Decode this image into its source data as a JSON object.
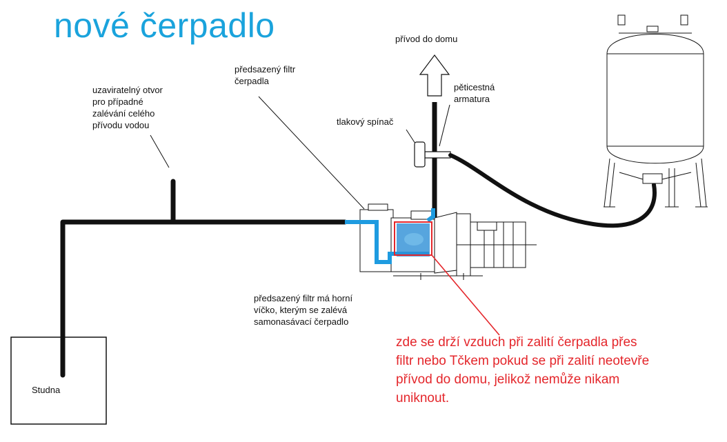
{
  "title": "nové čerpadlo",
  "labels": {
    "privod_do_domu": "přívod do domu",
    "predsazeny_filtr": "předsazený filtr\nčerpadla",
    "uzaviratelny_otvor": "uzaviratelný otvor\npro případné\nzalévání celého\npřívodu vodou",
    "peticestna_armatura": "pěticestná\narmatura",
    "tlakovy_spinac": "tlakový spínač",
    "filtr_vicko": "předsazený filtr má horní\nvíčko, kterým se zalévá\nsamonasávací čerpadlo",
    "studna": "Studna"
  },
  "note": "zde se drží vzduch při zalití čerpadla přes\nfiltr nebo Tčkem pokud se při zalití neotevře\npřívod do domu, jelikož nemůže nikam\nuniknout.",
  "colors": {
    "title": "#1aa3dc",
    "pipe": "#111111",
    "water_path": "#1e9be0",
    "highlight": "#e4262b"
  }
}
